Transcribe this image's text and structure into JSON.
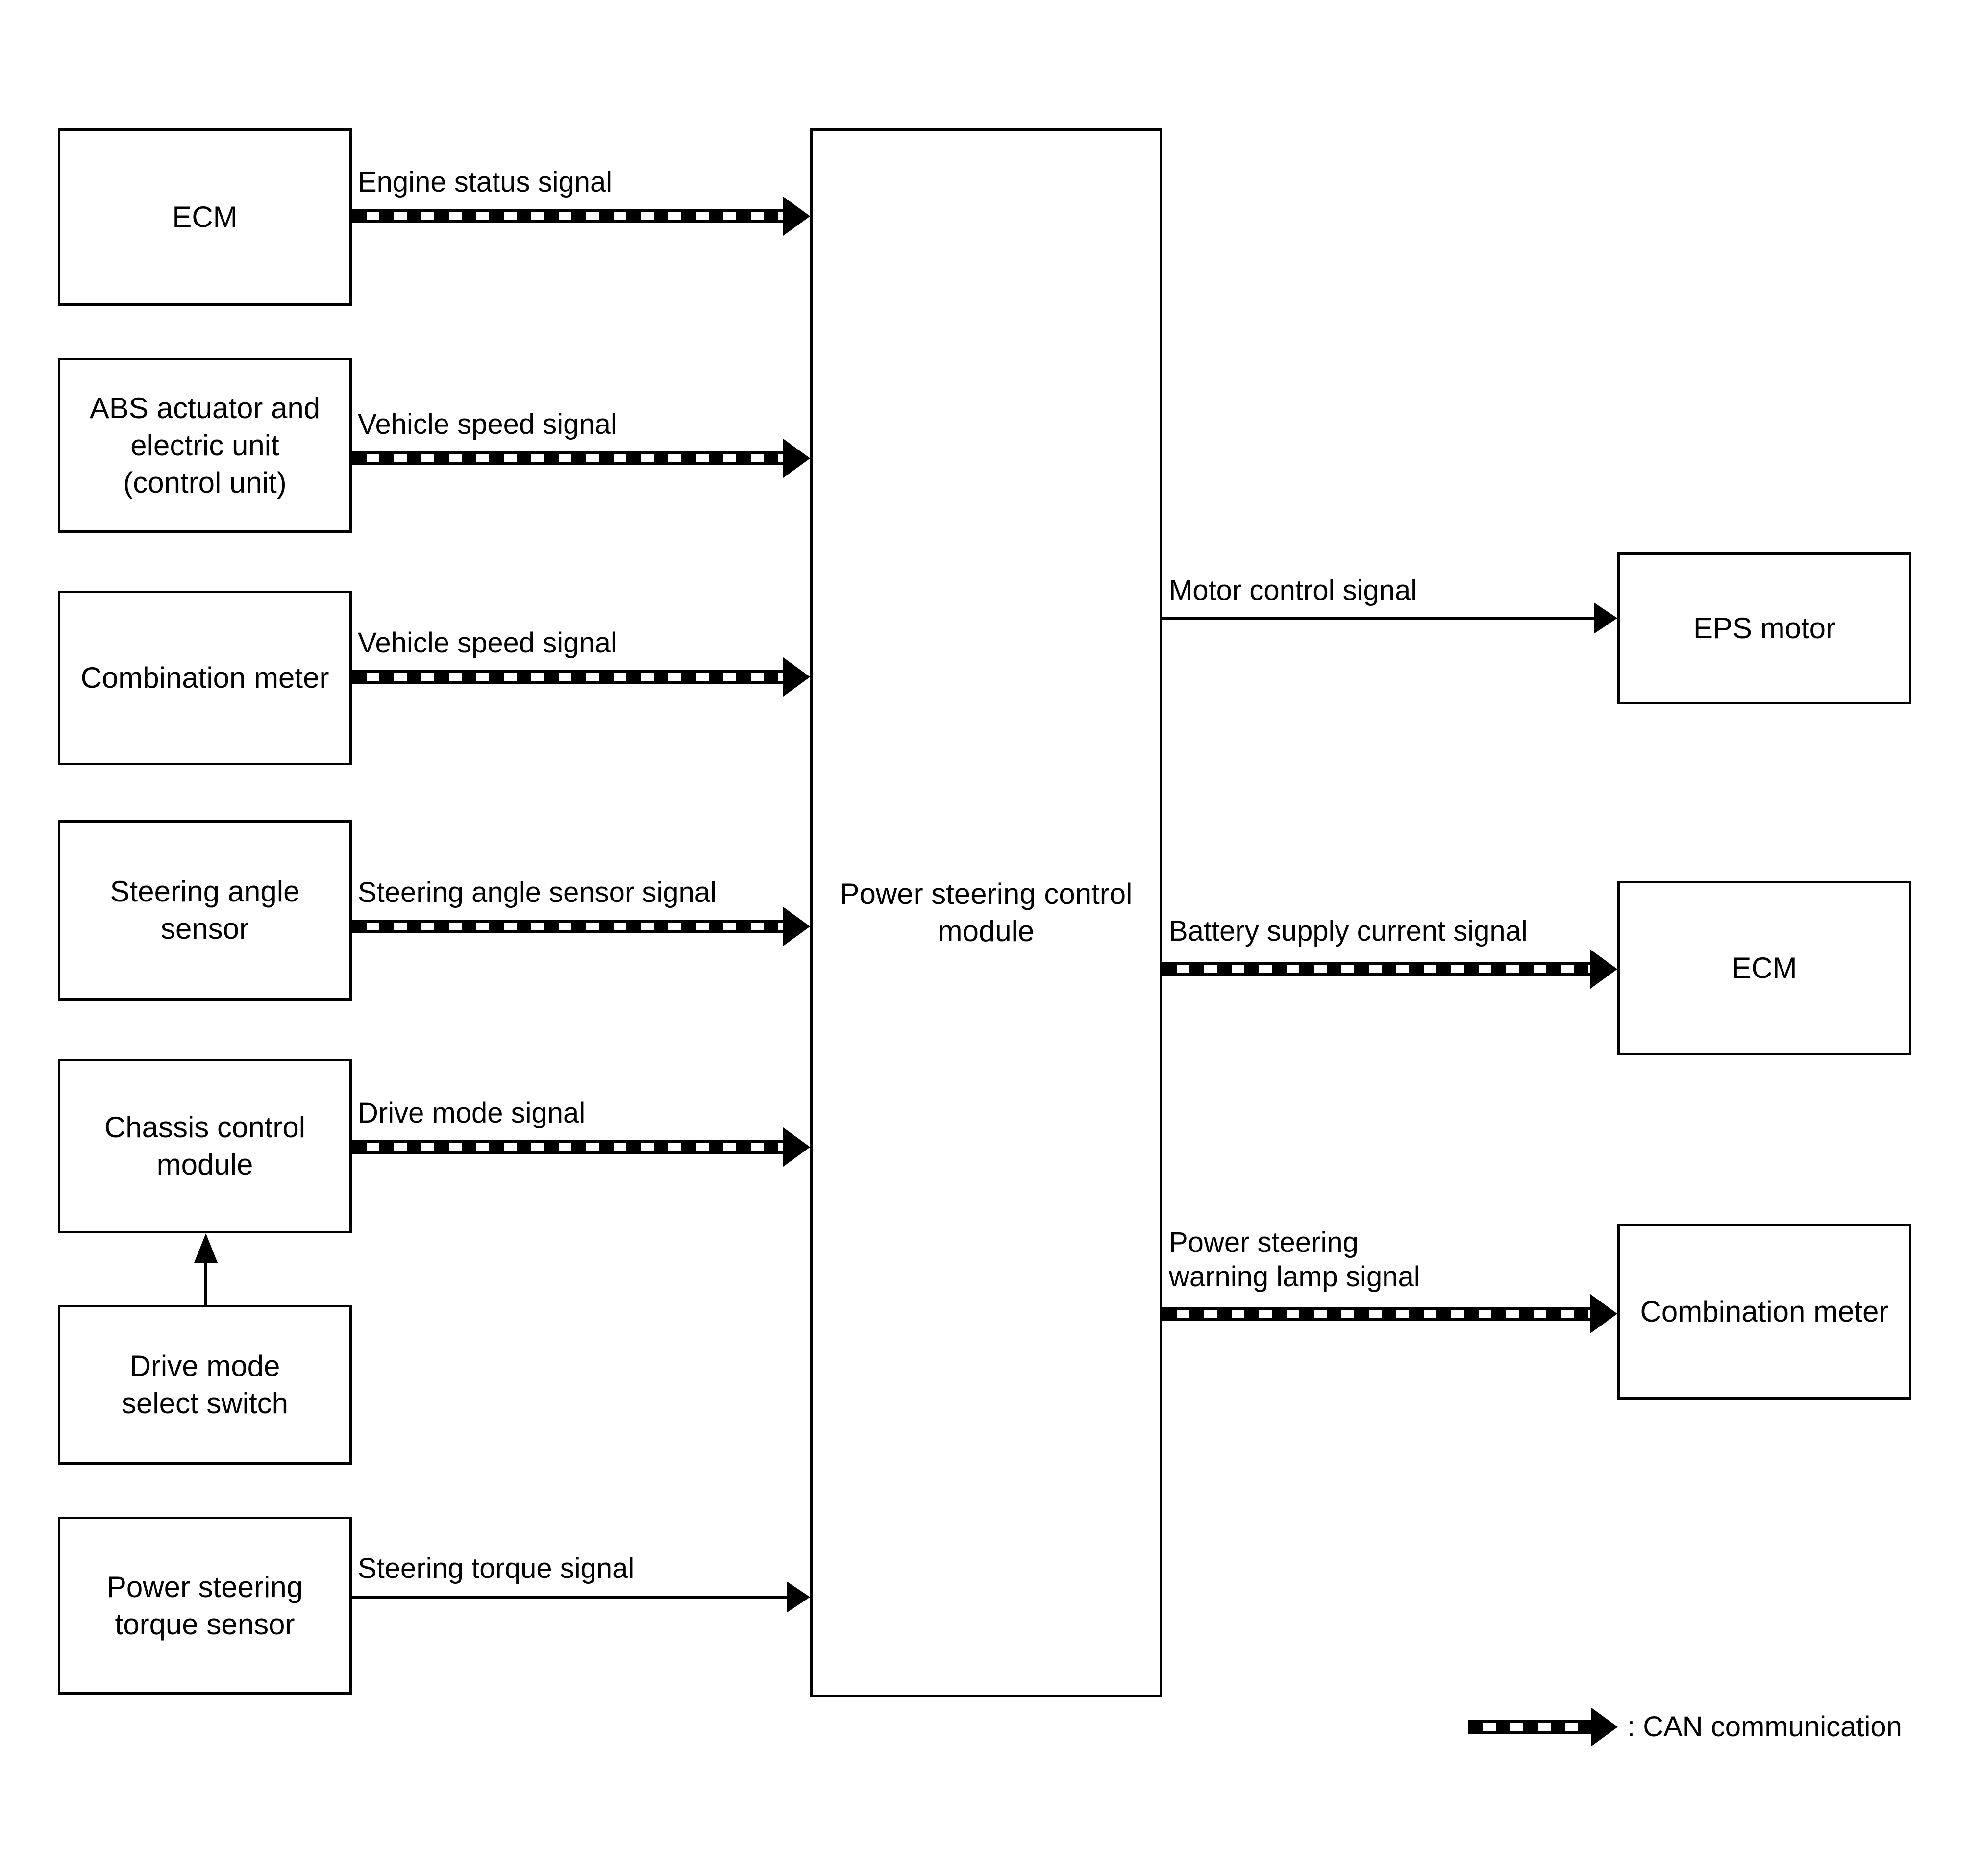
{
  "page": {
    "background": "#ffffff",
    "line_color": "#000000"
  },
  "nodes": {
    "ecm_left": {
      "label": "ECM"
    },
    "abs_unit": {
      "label": "ABS actuator and\nelectric unit\n(control unit)"
    },
    "combination_meter_left": {
      "label": "Combination meter"
    },
    "steering_angle_sensor": {
      "label": "Steering angle\nsensor"
    },
    "chassis_control_module": {
      "label": "Chassis control\nmodule"
    },
    "drive_mode_select_switch": {
      "label": "Drive mode\nselect switch"
    },
    "power_steering_torque_sensor": {
      "label": "Power steering\ntorque sensor"
    },
    "power_steering_control_module": {
      "label": "Power steering control\nmodule"
    },
    "eps_motor": {
      "label": "EPS motor"
    },
    "ecm_right": {
      "label": "ECM"
    },
    "combination_meter_right": {
      "label": "Combination meter"
    }
  },
  "signals": {
    "engine_status": {
      "label": "Engine status signal",
      "type": "CAN"
    },
    "vehicle_speed_from_abs": {
      "label": "Vehicle speed signal",
      "type": "CAN"
    },
    "vehicle_speed_from_meter": {
      "label": "Vehicle speed signal",
      "type": "CAN"
    },
    "steering_angle": {
      "label": "Steering angle sensor signal",
      "type": "CAN"
    },
    "drive_mode": {
      "label": "Drive mode signal",
      "type": "CAN"
    },
    "steering_torque": {
      "label": "Steering torque signal",
      "type": "direct"
    },
    "motor_control": {
      "label": "Motor control signal",
      "type": "direct"
    },
    "battery_supply_current": {
      "label": "Battery supply current signal",
      "type": "CAN"
    },
    "power_steering_warning_lamp": {
      "label": "Power steering\nwarning lamp signal",
      "type": "CAN"
    }
  },
  "legend": {
    "label": ": CAN communication",
    "symbol": "can-arrow"
  }
}
